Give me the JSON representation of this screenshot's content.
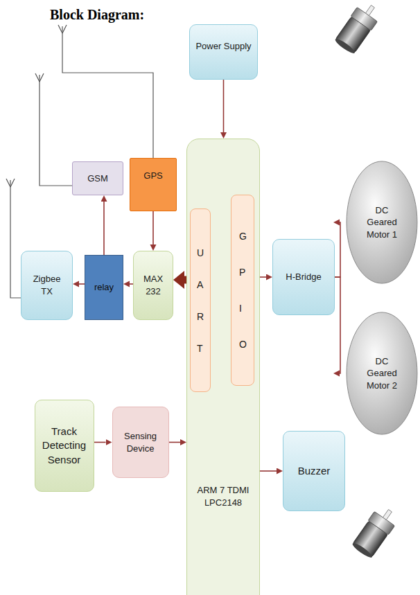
{
  "diagram": {
    "title": "Block Diagram:",
    "nodes": [
      {
        "text": [
          "Power Supply"
        ]
      },
      {
        "text": [
          "GSM"
        ]
      },
      {
        "text": [
          "GPS"
        ]
      },
      {
        "text": [
          "Zigbee TX"
        ]
      },
      {
        "text": [
          "relay"
        ]
      },
      {
        "text": [
          "MAX 232"
        ]
      },
      {
        "text": [
          "ARM 7 TDMI LPC2148"
        ]
      },
      {
        "text": [
          "UART"
        ],
        "in": 6
      },
      {
        "text": [
          "GPIO"
        ],
        "in": 6
      },
      {
        "text": [
          "H-Bridge"
        ]
      },
      {
        "text": [
          "DC Geared Motor 1"
        ]
      },
      {
        "text": [
          "DC Geared Motor 2"
        ]
      },
      {
        "text": [
          "Track Detecting Sensor"
        ]
      },
      {
        "text": [
          "Sensing Device"
        ]
      },
      {
        "text": [
          "Buzzer"
        ]
      }
    ],
    "edges": [
      {
        "from": 0,
        "to": 6,
        "arrow": "to"
      },
      {
        "from": 2,
        "to": 5,
        "arrow": "to"
      },
      {
        "from": 7,
        "to": 5,
        "arrow": "to"
      },
      {
        "from": 5,
        "to": 4,
        "arrow": "to"
      },
      {
        "from": 4,
        "to": 3,
        "arrow": "to"
      },
      {
        "from": 4,
        "to": 1,
        "arrow": "to"
      },
      {
        "from": 8,
        "to": 9,
        "arrow": "to"
      },
      {
        "from": 9,
        "to": 10,
        "arrow": "to"
      },
      {
        "from": 9,
        "to": 11,
        "arrow": "to"
      },
      {
        "from": 12,
        "to": 13,
        "arrow": "to"
      },
      {
        "from": 13,
        "to": 6,
        "arrow": "to"
      },
      {
        "from": 6,
        "to": 14,
        "arrow": "to"
      }
    ]
  }
}
